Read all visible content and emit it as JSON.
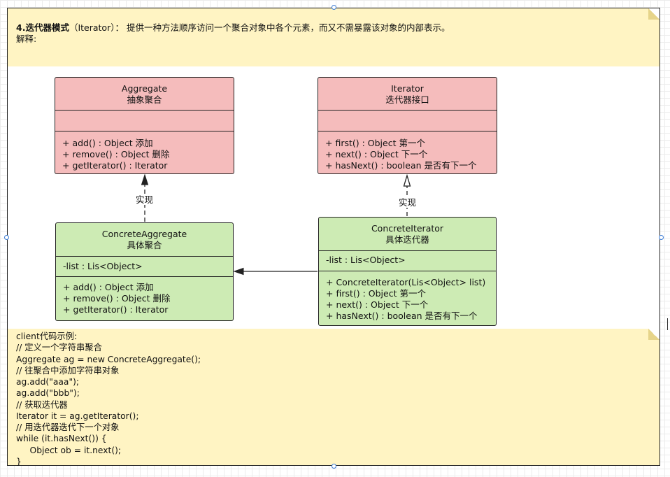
{
  "top_note": {
    "title_bold": "4.迭代器模式",
    "title_rest": "（Iterator）： 提供一种方法顺序访问一个聚合对象中各个元素，而又不需暴露该对象的内部表示。",
    "line2": "解释:"
  },
  "classes": {
    "aggregate": {
      "name": "Aggregate",
      "subtitle": "抽象聚合",
      "attributes": [],
      "operations": [
        "+ add() : Object 添加",
        "+ remove() : Object 删除",
        "+ getIterator() : Iterator"
      ]
    },
    "iterator": {
      "name": "Iterator",
      "subtitle": "迭代器接口",
      "attributes": [],
      "operations": [
        "+ first() : Object 第一个",
        "+ next() : Object 下一个",
        "+ hasNext() : boolean 是否有下一个"
      ]
    },
    "concrete_aggregate": {
      "name": "ConcreteAggregate",
      "subtitle": "具体聚合",
      "attributes": [
        "-list : Lis<Object>"
      ],
      "operations": [
        "+ add() : Object 添加",
        "+ remove() : Object 删除",
        "+ getIterator() : Iterator"
      ]
    },
    "concrete_iterator": {
      "name": "ConcreteIterator",
      "subtitle": "具体迭代器",
      "attributes": [
        "-list : Lis<Object>"
      ],
      "operations": [
        "+ ConcreteIterator(Lis<Object> list)",
        "+ first() : Object 第一个",
        "+ next() : Object 下一个",
        "+ hasNext() : boolean 是否有下一个"
      ]
    }
  },
  "edges": {
    "realize_left_label": "实现",
    "realize_right_label": "实现"
  },
  "bottom_note": {
    "lines": [
      "client代码示例:",
      "// 定义一个字符串聚合",
      "Aggregate ag = new ConcreteAggregate();",
      "// 往聚合中添加字符串对象",
      "ag.add(\"aaa\");",
      "ag.add(\"bbb\");",
      "// 获取迭代器",
      "Iterator it = ag.getIterator();",
      "// 用迭代器迭代下一个对象",
      "while (it.hasNext()) {",
      "     Object ob = it.next();",
      "}"
    ]
  },
  "colors": {
    "note_fill": "#fff4c3",
    "interface_fill": "#f5bcbc",
    "concrete_fill": "#cdebb4",
    "stroke": "#222222",
    "selection_handle": "#3a7bd5"
  }
}
